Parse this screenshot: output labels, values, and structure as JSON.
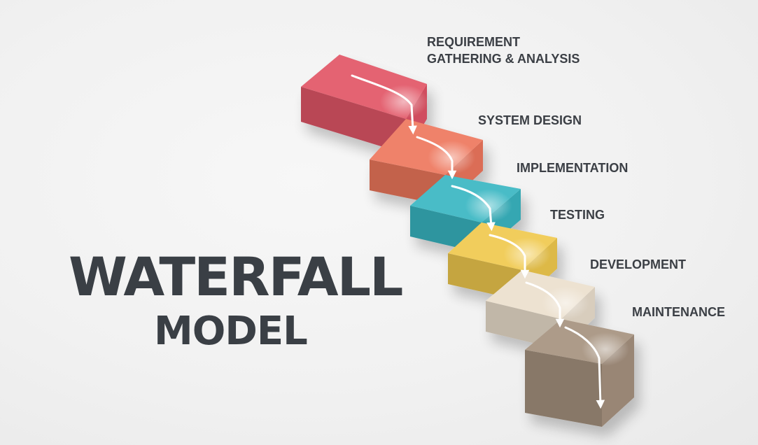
{
  "title": {
    "line1": "WATERFALL",
    "line2": "MODEL"
  },
  "stages": [
    {
      "line1": "REQUIREMENT",
      "line2": "GATHERING & ANALYSIS",
      "color": "#e25566"
    },
    {
      "line1": "SYSTEM DESIGN",
      "line2": "",
      "color": "#ee775d"
    },
    {
      "line1": "IMPLEMENTATION",
      "line2": "",
      "color": "#38b6c2"
    },
    {
      "line1": "TESTING",
      "line2": "",
      "color": "#f0c94d"
    },
    {
      "line1": "DEVELOPMENT",
      "line2": "",
      "color": "#ebdfcd"
    },
    {
      "line1": "MAINTENANCE",
      "line2": "",
      "color": "#a6927f"
    }
  ],
  "colors": {
    "title": "#3a3f45",
    "label": "#3b3f45",
    "arrow": "#ffffff"
  }
}
